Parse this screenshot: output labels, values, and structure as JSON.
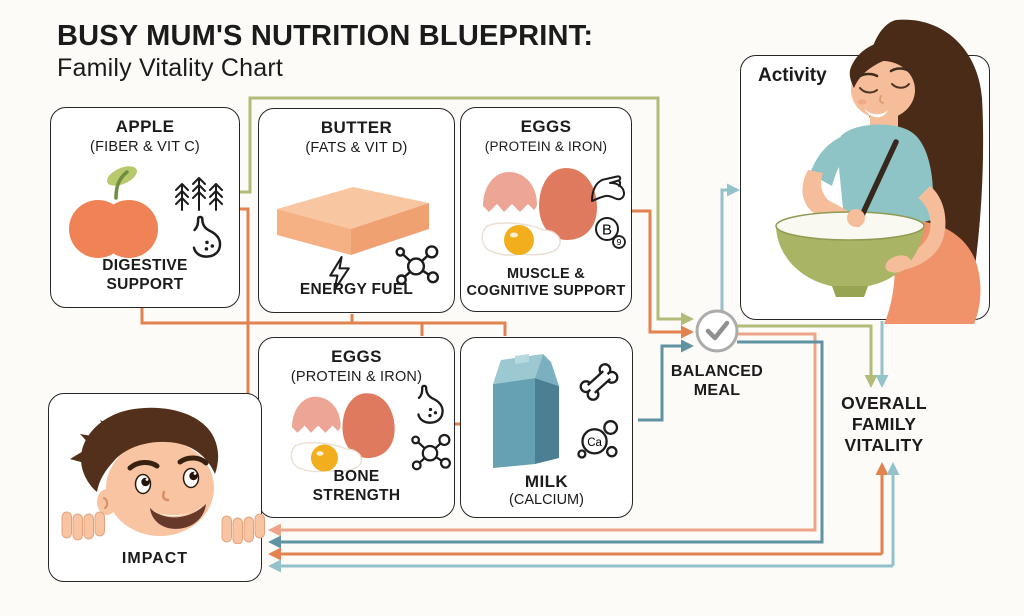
{
  "title": {
    "line1": "BUSY MUM'S NUTRITION BLUEPRINT:",
    "line2": "Family Vitality Chart"
  },
  "cards": {
    "apple": {
      "title": "APPLE",
      "subtitle": "(FIBER & VIT C)",
      "benefit": "DIGESTIVE SUPPORT",
      "icons": [
        "wheat-icon",
        "stomach-icon"
      ]
    },
    "butter": {
      "title": "BUTTER",
      "subtitle": "(FATS & VIT D)",
      "benefit": "ENERGY FUEL",
      "icons": [
        "lightning-icon",
        "molecule-icon"
      ]
    },
    "eggs_muscle": {
      "title": "EGGS",
      "subtitle": "(PROTEIN & IRON)",
      "benefit": "MUSCLE & COGNITIVE SUPPORT",
      "icons": [
        "bicep-icon",
        "vitamin-b9-icon"
      ]
    },
    "eggs_bone": {
      "title": "EGGS",
      "subtitle": "(PROTEIN & IRON)",
      "benefit": "BONE STRENGTH",
      "icons": [
        "stomach-icon",
        "molecule-icon"
      ]
    },
    "milk": {
      "title": "MILK",
      "subtitle": "(CALCIUM)",
      "icons": [
        "bone-icon",
        "calcium-icon"
      ]
    }
  },
  "nodes": {
    "balanced_meal": "BALANCED MEAL",
    "activity": "Activity",
    "impact": "IMPACT",
    "vitality": "OVERALL FAMILY VITALITY"
  },
  "icon_labels": {
    "b": "B",
    "b9": "9",
    "ca": "Ca"
  },
  "colors": {
    "background": "#fcfbf8",
    "card_border": "#262626",
    "line_olive": "#b2bb77",
    "line_orange": "#e2834f",
    "line_salmon": "#eda489",
    "line_teal": "#5f93a2",
    "line_teal_light": "#93c2cb",
    "apple": "#ef8355",
    "leaf": "#b8c96c",
    "butter": "#f5b084",
    "egg_shell": "#eda695",
    "egg_whole": "#e07a5f",
    "yolk": "#f2ae1d",
    "milk_carton": "#65a1b2",
    "check_gray": "#9a9a9a",
    "hair_brown": "#4a2b17",
    "shirt_teal": "#8ec4c6",
    "skirt_orange": "#f0926a",
    "bowl_olive": "#a9b465",
    "skin": "#f7bf9d"
  }
}
